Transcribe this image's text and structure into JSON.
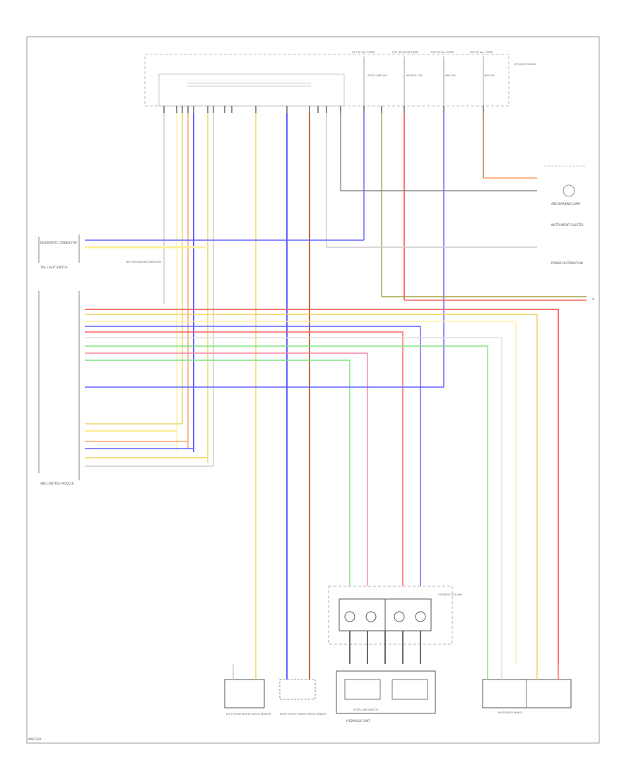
{
  "diagram": {
    "footer_code": "WW1234",
    "top_panel": {
      "fuses": [
        {
          "label": "HOT AT ALL TIMES"
        },
        {
          "label": "HOT IN ON OR START"
        },
        {
          "label": "HOT AT ALL TIMES"
        },
        {
          "label": "HOT AT ALL TIMES"
        }
      ],
      "fuse_names": [
        "STOP LAMP 10A",
        "AIR BAG 10A",
        "ABS 30A",
        "ABS 40A"
      ],
      "panel_name": "I/P JUNCTION BOX"
    },
    "left_connectors": [
      {
        "label": "DIAGNOSTIC CONNECTOR"
      },
      {
        "label": "TAIL LIGHT SWITCH"
      },
      {
        "label": "ABS CONTROL MODULE"
      }
    ],
    "left_note": "SEE GROUND DISTRIBUTION",
    "right_labels": {
      "sensor": "ABS WARNING LAMP",
      "instrument": "INSTRUMENT CLUSTER",
      "power_dist": "POWER DISTRIBUTION",
      "arrow": "A"
    },
    "bottom_components": {
      "left_sensor": "LEFT FRONT WHEEL SPEED SENSOR",
      "right_sensor": "RIGHT FRONT WHEEL SPEED SENSOR",
      "brake_switch": "STOP LAMP SWITCH",
      "hydraulic": "HYDRAULIC UNIT",
      "passenger": "PASSENGER WHEEL",
      "steering": "STEERING COLUMN",
      "wheel_label": "PASSENGER WHEEL"
    },
    "wire_colors": {
      "red": "#ff6060",
      "orange": "#ffa060",
      "blue": "#6060ff",
      "yellow": "#f0d060",
      "green": "#80e080",
      "pink": "#ff80a0",
      "brown": "#b07040",
      "gray": "#a0a0a0",
      "lightyellow": "#fff0a0",
      "olive": "#a0a040"
    }
  }
}
